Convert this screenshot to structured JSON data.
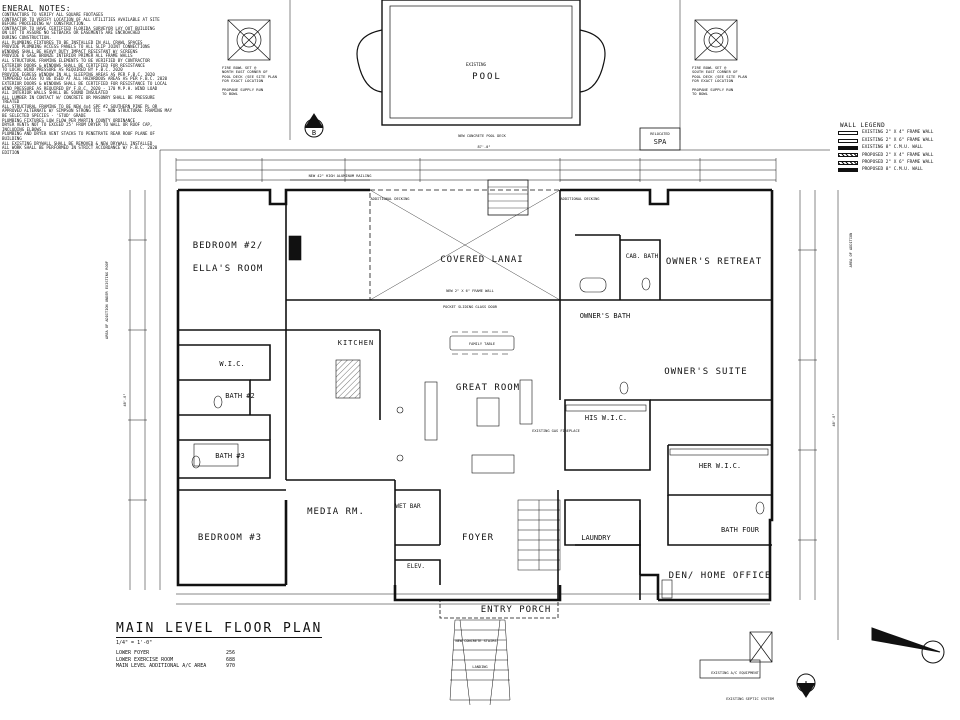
{
  "general_notes": {
    "title": "ENERAL NOTES:",
    "lines": [
      "CONTRACTORS TO VERIFY ALL SQUARE FOOTAGES",
      "CONTRACTOR TO VERIFY LOCATION OF ALL UTILITIES AVAILABLE AT SITE",
      "BEFORE PROCEEDING W/ CONSTRUCTION.",
      "CONTRACTOR TO HAVE CERTIFIED FLORIDA SURVEYOR LAY OUT BUILDING",
      "ON LOT TO ASSURE NO SETBACKS OR EASEMENTS ARE ENCROACHED",
      "DURING CONSTRUCTION.",
      "ALL PLUMBING FIXTURES TO BE INSTALLED IN ALL CRAWL SPACES",
      "PROVIDE PLUMBING ACCESS PANELS TO ALL SLIP JOINT CONNECTIONS",
      "WINDOWS SHALL BE HEAVY DUTY IMPACT RESISTANT W/ SCREENS",
      "PROVIDE 6 GAGE BRONZE INTERIOR PRIMER ALL FRAME WALLS",
      "ALL STRUCTURAL FRAMING ELEMENTS TO BE VERIFIED BY CONTRACTOR",
      "EXTERIOR DOORS & WINDOWS SHALL BE CERTIFIED FOR RESISTANCE",
      "TO LOCAL WIND PRESSURE AS REQUIRED BY F.B.C. 2020",
      "PROVIDE EGRESS WINDOW IN ALL SLEEPING AREAS AS PER F.B.C. 2020",
      "TEMPERED GLASS TO BE USED AT ALL HAZARDOUS AREAS AS PER F.B.C. 2020",
      "EXTERIOR DOORS & WINDOWS SHALL BE CERTIFIED FOR RESISTANCE TO LOCAL",
      "WIND PRESSURE AS REQUIRED BY F.B.C. 2020 - 170 M.P.H. WIND LOAD",
      "ALL INTERIOR WALLS SHALL BE SOUND INSULATED",
      "ALL LUMBER IN CONTACT W/ CONCRETE OR MASONRY SHALL BE PRESSURE TREATED",
      "ALL STRUCTURAL FRAMING TO BE NEW 4x4 SPF #2 SOUTHERN PINE PL OR",
      "APPROVED ALTERNATE W/ SIMPSON STRONG TIE - NON STRUCTURAL FRAMING MAY",
      "BE SELECTED SPECIES - 'STUD' GRADE",
      "PLUMBING FIXTURES LOW FLOW PER MARTIN COUNTY ORDINANCE",
      "DRYER VENTS NOT TO EXCEED 25' FROM DRYER TO WALL OR ROOF CAP,",
      "INCLUDING ELBOWS",
      "PLUMBING AND DRYER VENT STACKS TO PENETRATE REAR ROOF PLANE OF BUILDING",
      "ALL EXISTING DRYWALL SHALL BE REMOVED & NEW DRYWALL INSTALLED",
      "ALL WORK SHALL BE PERFORMED IN STRICT ACCORDANCE W/ F.B.C. 2020 EDITION"
    ]
  },
  "pool_note_left": [
    "FIRE BOWL SET @",
    "NORTH EAST CORNER OF",
    "POOL DECK (SEE SITE PLAN",
    "FOR EXACT LOCATION",
    "",
    "PROPANE SUPPLY RUN",
    "TO BOWL"
  ],
  "pool_note_right": [
    "FIRE BOWL SET @",
    "SOUTH EAST CORNER OF",
    "POOL DECK (SEE SITE PLAN",
    "FOR EXACT LOCATION",
    "",
    "PROPANE SUPPLY RUN",
    "TO BOWL"
  ],
  "pool": {
    "existing": "EXISTING",
    "label": "POOL",
    "deck_note": "NEW CONCRETE POOL DECK"
  },
  "spa": {
    "relocated": "RELOCATED",
    "label": "SPA"
  },
  "wall_legend": {
    "title": "WALL LEGEND",
    "items": [
      "EXISTING 2\" X 4\" FRAME WALL",
      "EXISTING 2\" X 6\" FRAME WALL",
      "EXISTING 8\" C.M.U. WALL",
      "PROPOSED 2\" X 4\" FRAME WALL",
      "PROPOSED 2\" X 6\" FRAME WALL",
      "PROPOSED 8\" C.M.U. WALL"
    ]
  },
  "rooms": {
    "bedroom2": "BEDROOM #2/",
    "ellas_room": "ELLA'S ROOM",
    "covered_lanai": "COVERED LANAI",
    "owners_retreat": "OWNER'S RETREAT",
    "cab_bath": "CAB. BATH",
    "owners_bath": "OWNER'S BATH",
    "kitchen": "KITCHEN",
    "great_room": "GREAT ROOM",
    "owners_suite": "OWNER'S SUITE",
    "wic": "W.I.C.",
    "bath2": "BATH #2",
    "bath3": "BATH #3",
    "his_wic": "HIS W.I.C.",
    "her_wic": "HER W.I.C.",
    "media_rm": "MEDIA RM.",
    "wet_bar": "WET BAR",
    "foyer": "FOYER",
    "laundry": "LAUNDRY",
    "bath_four": "BATH FOUR",
    "bedroom3": "BEDROOM #3",
    "elev": "ELEV.",
    "den_office": "DEN/ HOME OFFICE",
    "entry_porch": "ENTRY PORCH"
  },
  "labels": {
    "family_table": "FAMILY TABLE",
    "new_railing": "NEW 42\" HIGH ALUMINUM RAILING",
    "additional_decking_l": "ADDITIONAL DECKING",
    "additional_decking_r": "ADDITIONAL DECKING",
    "new_frame_wall": "NEW 2\" X 6\" FRAME WALL",
    "pocket_door": "POCKET SLIDING GLASS DOOR",
    "existing_fireplace": "EXISTING GAS FIREPLACE",
    "new_concrete_stairs": "NEW CONCRETE STAIRS",
    "landing": "LANDING",
    "existing_ac": "EXISTING A/C EQUIPMENT",
    "existing_septic": "EXISTING SEPTIC SYSTEM",
    "dim_top": "87'-0\"",
    "dim_left": "48'-0\"",
    "dim_right": "48'-0\"",
    "area_addition_left": "AREA OF ADDITION UNDER EXISTING ROOF",
    "area_addition_right": "AREA OF ADDITION",
    "section_top": "B",
    "section_bottom": "A"
  },
  "title_block": {
    "title": "MAIN LEVEL FLOOR PLAN",
    "scale": "1/4\" = 1'-0\"",
    "areas": [
      {
        "label": "LOWER FOYER",
        "value": "256"
      },
      {
        "label": "LOWER EXERCISE ROOM",
        "value": "688"
      },
      {
        "label": "MAIN LEVEL ADDITIONAL A/C AREA",
        "value": "970"
      }
    ]
  }
}
